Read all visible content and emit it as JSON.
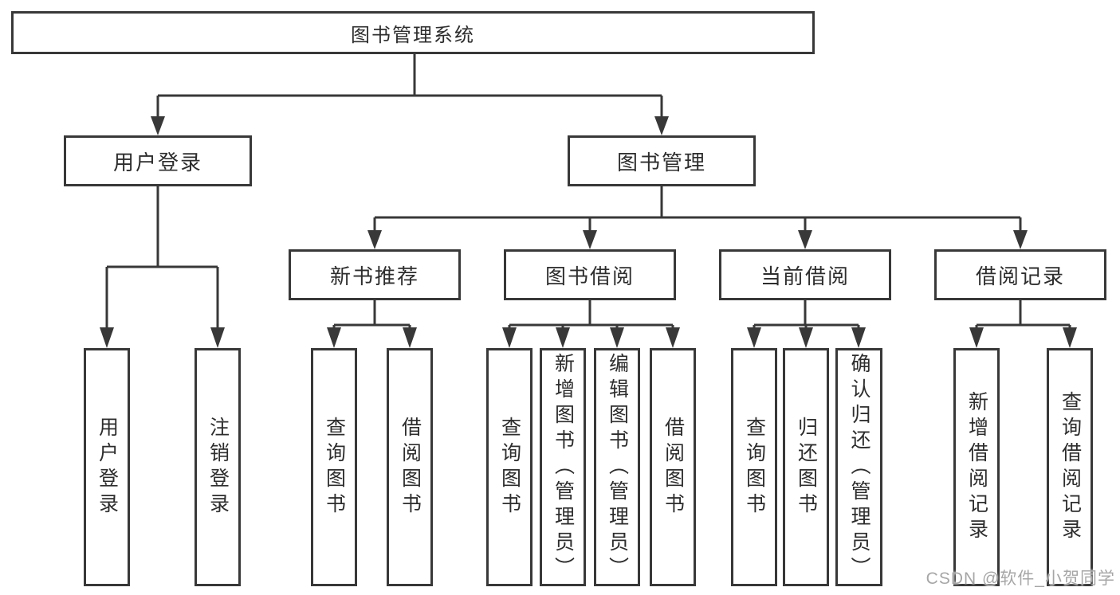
{
  "tree": {
    "root": {
      "label": "图书管理系统"
    },
    "branches": [
      {
        "label": "用户登录",
        "children": [
          {
            "label": "用户登录"
          },
          {
            "label": "注销登录"
          }
        ]
      },
      {
        "label": "图书管理",
        "children": [
          {
            "label": "新书推荐",
            "children": [
              {
                "label": "查询图书"
              },
              {
                "label": "借阅图书"
              }
            ]
          },
          {
            "label": "图书借阅",
            "children": [
              {
                "label": "查询图书"
              },
              {
                "label": "新增图书（管理员）"
              },
              {
                "label": "编辑图书（管理员）"
              },
              {
                "label": "借阅图书"
              }
            ]
          },
          {
            "label": "当前借阅",
            "children": [
              {
                "label": "查询图书"
              },
              {
                "label": "归还图书"
              },
              {
                "label": "确认归还（管理员）"
              }
            ]
          },
          {
            "label": "借阅记录",
            "children": [
              {
                "label": "新增借阅记录"
              },
              {
                "label": "查询借阅记录"
              }
            ]
          }
        ]
      }
    ]
  },
  "watermark": {
    "text": "CSDN @软件_小贺同学"
  },
  "colors": {
    "line": "#383838",
    "text": "#2d2d2d",
    "watermark": "#969696",
    "background": "#ffffff"
  }
}
